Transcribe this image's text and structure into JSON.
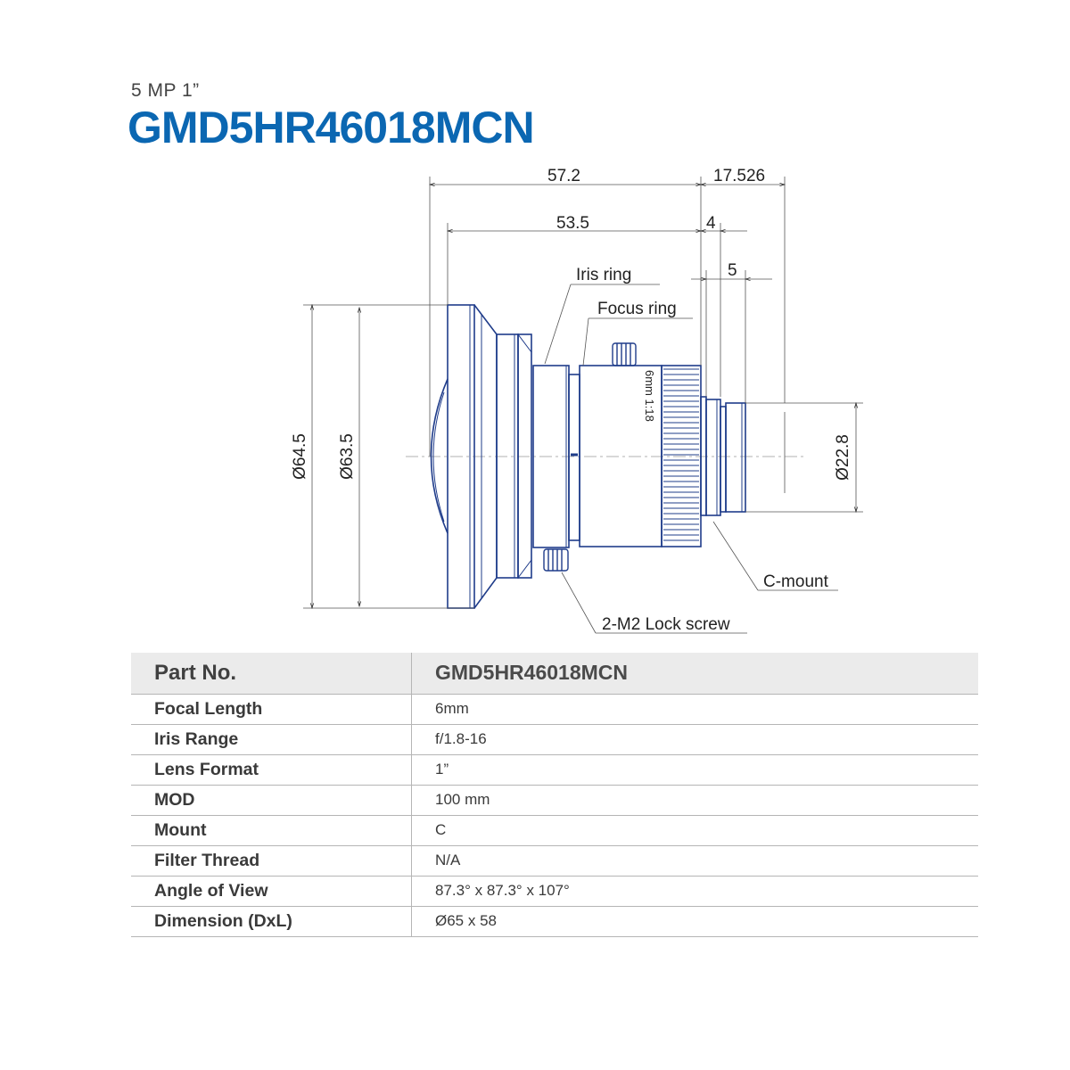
{
  "header": {
    "subtitle": "5 MP 1”",
    "title": "GMD5HR46018MCN"
  },
  "drawing": {
    "colors": {
      "lens": "#1f3c8a",
      "dim": "#222222"
    },
    "dimensions": {
      "length_overall": "57.2",
      "length_body": "53.5",
      "flange_back": "17.526",
      "mount_thread": "4",
      "mount_length": "5",
      "diameter_outer": "Ø64.5",
      "diameter_front": "Ø63.5",
      "diameter_mount": "Ø22.8"
    },
    "labels": {
      "iris_ring": "Iris ring",
      "focus_ring": "Focus ring",
      "c_mount": "C-mount",
      "lock_screw": "2-M2 Lock screw",
      "engraving": "6mm 1:18"
    }
  },
  "spec": {
    "header": {
      "key": "Part No.",
      "value": "GMD5HR46018MCN"
    },
    "rows": [
      {
        "key": "Focal Length",
        "value": "6mm"
      },
      {
        "key": "Iris Range",
        "value": "f/1.8-16"
      },
      {
        "key": "Lens Format",
        "value": "1”"
      },
      {
        "key": "MOD",
        "value": "100 mm"
      },
      {
        "key": "Mount",
        "value": "C"
      },
      {
        "key": "Filter Thread",
        "value": "N/A"
      },
      {
        "key": "Angle of View",
        "value": "87.3° x 87.3° x 107°"
      },
      {
        "key": "Dimension (DxL)",
        "value": "Ø65 x 58"
      }
    ]
  }
}
